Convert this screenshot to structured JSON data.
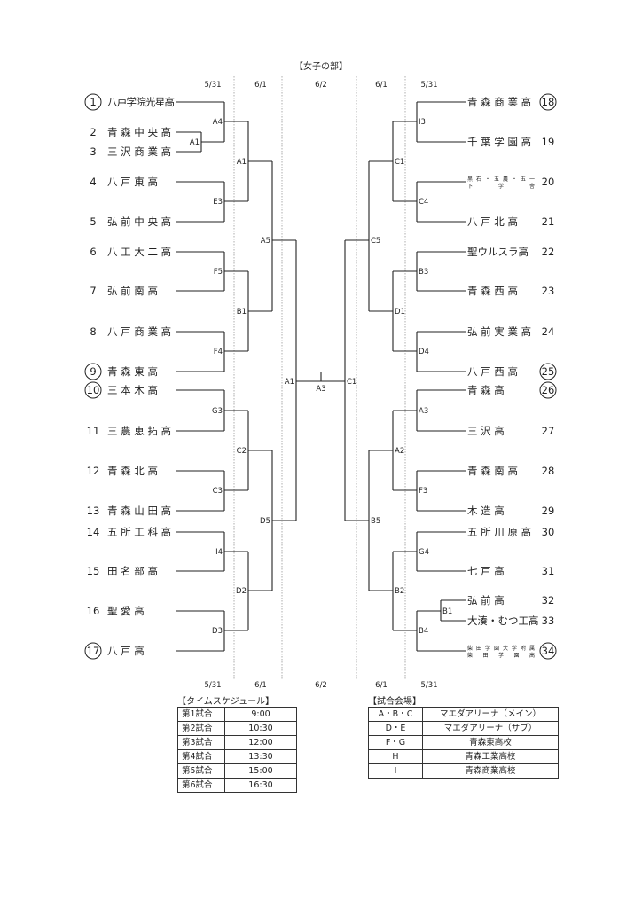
{
  "title": "【女子の部】",
  "dates": {
    "left_round1": "5/31",
    "left_round2": "6/1",
    "final": "6/2",
    "right_round2": "6/1",
    "right_round1": "5/31"
  },
  "teams_left": [
    {
      "seed": "1",
      "circled": true,
      "name": "八戸学院光星高"
    },
    {
      "seed": "2",
      "circled": false,
      "name": "青 森 中 央 高"
    },
    {
      "seed": "3",
      "circled": false,
      "name": "三 沢 商 業 高"
    },
    {
      "seed": "4",
      "circled": false,
      "name": "八 戸 東 高"
    },
    {
      "seed": "5",
      "circled": false,
      "name": "弘 前 中 央 高"
    },
    {
      "seed": "6",
      "circled": false,
      "name": "八 工 大 二 高"
    },
    {
      "seed": "7",
      "circled": false,
      "name": "弘 前 南 高"
    },
    {
      "seed": "8",
      "circled": false,
      "name": "八 戸 商 業 高"
    },
    {
      "seed": "9",
      "circled": true,
      "name": "青 森 東 高"
    },
    {
      "seed": "10",
      "circled": true,
      "name": "三 本 木 高"
    },
    {
      "seed": "11",
      "circled": false,
      "name": "三 農 恵 拓 高"
    },
    {
      "seed": "12",
      "circled": false,
      "name": "青 森 北 高"
    },
    {
      "seed": "13",
      "circled": false,
      "name": "青 森 山 田 高"
    },
    {
      "seed": "14",
      "circled": false,
      "name": "五 所 工 科 高"
    },
    {
      "seed": "15",
      "circled": false,
      "name": "田 名 部 高"
    },
    {
      "seed": "16",
      "circled": false,
      "name": "聖 愛 高"
    },
    {
      "seed": "17",
      "circled": true,
      "name": "八 戸 高"
    }
  ],
  "teams_right": [
    {
      "seed": "18",
      "circled": true,
      "name": "青 森 商 業 高"
    },
    {
      "seed": "19",
      "circled": false,
      "name": "千 葉 学 園 高"
    },
    {
      "seed": "20",
      "circled": false,
      "name": "黒石・五農・五一",
      "name2": "下 学 舎"
    },
    {
      "seed": "21",
      "circled": false,
      "name": "八 戸 北 高"
    },
    {
      "seed": "22",
      "circled": false,
      "name": "聖ウルスラ高"
    },
    {
      "seed": "23",
      "circled": false,
      "name": "青 森 西 高"
    },
    {
      "seed": "24",
      "circled": false,
      "name": "弘 前 実 業 高"
    },
    {
      "seed": "25",
      "circled": true,
      "name": "八 戸 西 高"
    },
    {
      "seed": "26",
      "circled": true,
      "name": "青 森 高"
    },
    {
      "seed": "27",
      "circled": false,
      "name": "三 沢 高"
    },
    {
      "seed": "28",
      "circled": false,
      "name": "青 森 南 高"
    },
    {
      "seed": "29",
      "circled": false,
      "name": "木 造 高"
    },
    {
      "seed": "30",
      "circled": false,
      "name": "五 所 川 原 高"
    },
    {
      "seed": "31",
      "circled": false,
      "name": "七 戸 高"
    },
    {
      "seed": "32",
      "circled": false,
      "name": "弘 前 高"
    },
    {
      "seed": "33",
      "circled": false,
      "name": "大湊・むつ工高"
    },
    {
      "seed": "34",
      "circled": true,
      "name": "柴田学園大学附属",
      "name2": "柴 田 学 園 高"
    }
  ],
  "matches": {
    "left": [
      "A4",
      "A1",
      "E3",
      "A5",
      "F5",
      "B1",
      "F4",
      "A1",
      "G3",
      "C2",
      "C3",
      "D5",
      "I4",
      "D2",
      "D3"
    ],
    "right": [
      "I3",
      "C1",
      "C4",
      "C5",
      "B3",
      "D1",
      "D4",
      "C1",
      "A3",
      "A2",
      "F3",
      "B5",
      "G4",
      "B2",
      "B1",
      "B4"
    ],
    "final": "A3"
  },
  "schedule": {
    "caption": "【タイムスケジュール】",
    "rows": [
      {
        "label": "第1試合",
        "time": "9:00"
      },
      {
        "label": "第2試合",
        "time": "10:30"
      },
      {
        "label": "第3試合",
        "time": "12:00"
      },
      {
        "label": "第4試合",
        "time": "13:30"
      },
      {
        "label": "第5試合",
        "time": "15:00"
      },
      {
        "label": "第6試合",
        "time": "16:30"
      }
    ]
  },
  "venues": {
    "caption": "【試合会場】",
    "rows": [
      {
        "code": "A・B・C",
        "venue": "マエダアリーナ（メイン）"
      },
      {
        "code": "D・E",
        "venue": "マエダアリーナ（サブ）"
      },
      {
        "code": "F・G",
        "venue": "青森東高校"
      },
      {
        "code": "H",
        "venue": "青森工業高校"
      },
      {
        "code": "I",
        "venue": "青森商業高校"
      }
    ]
  }
}
